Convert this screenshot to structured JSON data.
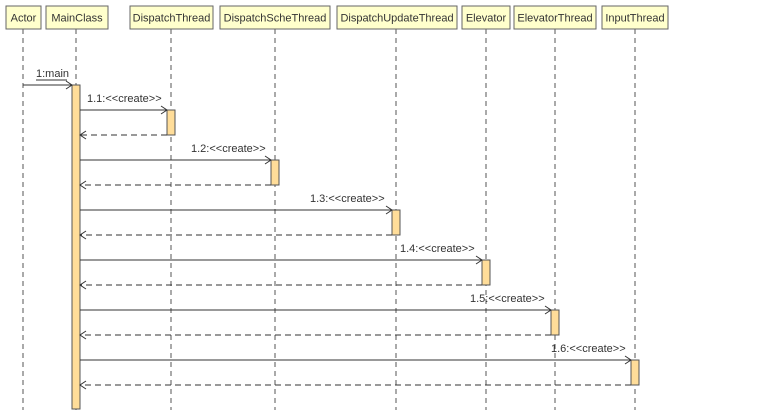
{
  "diagram": {
    "type": "uml-sequence",
    "colors": {
      "header_fill": "#ffffcc",
      "activation_fill": "#ffdd99",
      "line": "#333333"
    },
    "participants": [
      {
        "id": "actor",
        "label": "Actor"
      },
      {
        "id": "mainclass",
        "label": "MainClass"
      },
      {
        "id": "dispatchthread",
        "label": "DispatchThread"
      },
      {
        "id": "dispatchschethread",
        "label": "DispatchScheThread"
      },
      {
        "id": "dispatchupdatethread",
        "label": "DispatchUpdateThread"
      },
      {
        "id": "elevator",
        "label": "Elevator"
      },
      {
        "id": "elevatorthread",
        "label": "ElevatorThread"
      },
      {
        "id": "inputthread",
        "label": "InputThread"
      }
    ],
    "messages": [
      {
        "from": "actor",
        "to": "mainclass",
        "label": "1:main",
        "return": false
      },
      {
        "from": "mainclass",
        "to": "dispatchthread",
        "label": "1.1:<<create>>",
        "return": true
      },
      {
        "from": "mainclass",
        "to": "dispatchschethread",
        "label": "1.2:<<create>>",
        "return": true
      },
      {
        "from": "mainclass",
        "to": "dispatchupdatethread",
        "label": "1.3:<<create>>",
        "return": true
      },
      {
        "from": "mainclass",
        "to": "elevator",
        "label": "1.4:<<create>>",
        "return": true
      },
      {
        "from": "mainclass",
        "to": "elevatorthread",
        "label": "1.5:<<create>>",
        "return": true
      },
      {
        "from": "mainclass",
        "to": "inputthread",
        "label": "1.6:<<create>>",
        "return": true
      }
    ]
  }
}
